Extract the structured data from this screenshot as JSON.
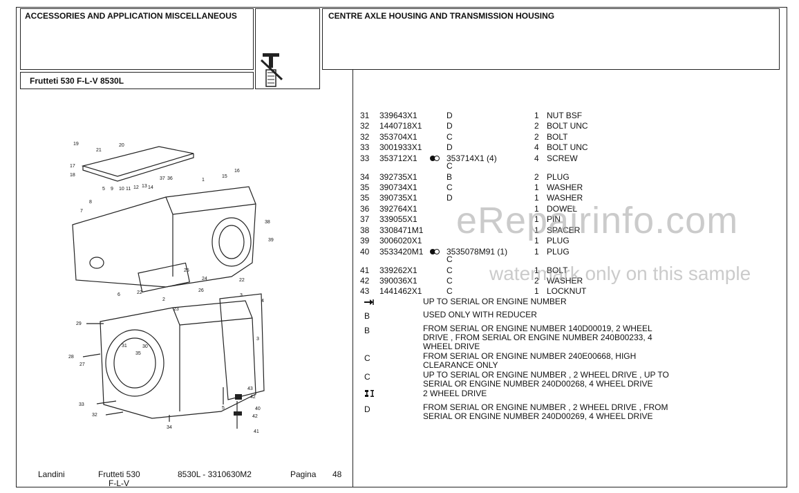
{
  "header": {
    "left_title": "ACCESSORIES AND APPLICATION MISCELLANEOUS",
    "model": "Frutteti 530 F-L-V  8530L",
    "right_title": "CENTRE AXLE HOUSING AND TRANSMISSION HOUSING"
  },
  "diagram": {
    "labels": [
      "19",
      "20",
      "21",
      "17",
      "18",
      "37",
      "36",
      "1",
      "16",
      "15",
      "5",
      "9",
      "10",
      "11",
      "12",
      "13",
      "14",
      "7",
      "8",
      "38",
      "39",
      "22",
      "25",
      "24",
      "22",
      "6",
      "23",
      "2",
      "3",
      "26",
      "4",
      "29",
      "31",
      "35",
      "30",
      "28",
      "27",
      "33",
      "32",
      "5",
      "43",
      "42",
      "40",
      "42",
      "41",
      "34",
      "3"
    ]
  },
  "parts": [
    {
      "no": "31",
      "part": "339643X1",
      "code": "D",
      "qty": "1",
      "desc": "NUT BSF"
    },
    {
      "no": "32",
      "part": "1440718X1",
      "code": "D",
      "qty": "2",
      "desc": "BOLT UNC"
    },
    {
      "no": "32",
      "part": "353704X1",
      "code": "C",
      "qty": "2",
      "desc": "BOLT"
    },
    {
      "no": "33",
      "part": "3001933X1",
      "code": "D",
      "qty": "4",
      "desc": "BOLT UNC"
    },
    {
      "no": "33",
      "part": "353712X1",
      "code": "",
      "alt": "353714X1  (4)",
      "alt_code": "C",
      "qty": "4",
      "desc": "SCREW"
    },
    {
      "no": "34",
      "part": "392735X1",
      "code": "B",
      "qty": "2",
      "desc": "PLUG"
    },
    {
      "no": "35",
      "part": "390734X1",
      "code": "C",
      "qty": "1",
      "desc": "WASHER"
    },
    {
      "no": "35",
      "part": "390735X1",
      "code": "D",
      "qty": "1",
      "desc": "WASHER"
    },
    {
      "no": "36",
      "part": "392764X1",
      "code": "",
      "qty": "1",
      "desc": "DOWEL"
    },
    {
      "no": "37",
      "part": "339055X1",
      "code": "",
      "qty": "1",
      "desc": "PIN"
    },
    {
      "no": "38",
      "part": "3308471M1",
      "code": "",
      "qty": "1",
      "desc": "SPACER"
    },
    {
      "no": "39",
      "part": "3006020X1",
      "code": "",
      "qty": "1",
      "desc": "PLUG"
    },
    {
      "no": "40",
      "part": "3533420M1",
      "code": "",
      "alt": "3535078M91  (1)",
      "alt_code": "C",
      "qty": "1",
      "desc": "PLUG"
    },
    {
      "no": "41",
      "part": "339262X1",
      "code": "C",
      "qty": "1",
      "desc": "BOLT"
    },
    {
      "no": "42",
      "part": "390036X1",
      "code": "C",
      "qty": "2",
      "desc": "WASHER"
    },
    {
      "no": "43",
      "part": "1441462X1",
      "code": "C",
      "qty": "1",
      "desc": "LOCKNUT"
    }
  ],
  "legend": [
    {
      "sym": "arrow-right-icon",
      "label": "",
      "text": "UP TO SERIAL OR ENGINE NUMBER"
    },
    {
      "sym": "",
      "label": "B",
      "text": "USED ONLY WITH REDUCER"
    },
    {
      "sym": "",
      "label": "B",
      "text": "FROM SERIAL OR ENGINE NUMBER 140D00019, 2 WHEEL DRIVE , FROM SERIAL OR ENGINE NUMBER 240B00233, 4 WHEEL DRIVE"
    },
    {
      "sym": "",
      "label": "C",
      "text": "FROM SERIAL OR ENGINE NUMBER 240E00668, HIGH CLEARANCE ONLY"
    },
    {
      "sym": "",
      "label": "C",
      "text": "UP TO SERIAL OR ENGINE NUMBER , 2 WHEEL DRIVE , UP TO SERIAL OR ENGINE NUMBER 240D00268, 4 WHEEL DRIVE"
    },
    {
      "sym": "two-wheel-drive-icon",
      "label": "",
      "text": "2 WHEEL DRIVE"
    },
    {
      "sym": "",
      "label": "D",
      "text": "FROM SERIAL OR ENGINE NUMBER , 2 WHEEL DRIVE , FROM SERIAL OR ENGINE NUMBER 240D00269, 4 WHEEL DRIVE"
    }
  ],
  "watermark": {
    "line1": "eRepairinfo.com",
    "line2": "watermark only on this sample"
  },
  "footer": {
    "brand": "Landini",
    "model_line1": "Frutteti 530",
    "model_line2": "F-L-V",
    "ref": "8530L - 3310630M2",
    "page_label": "Pagina",
    "page_no": "48"
  }
}
